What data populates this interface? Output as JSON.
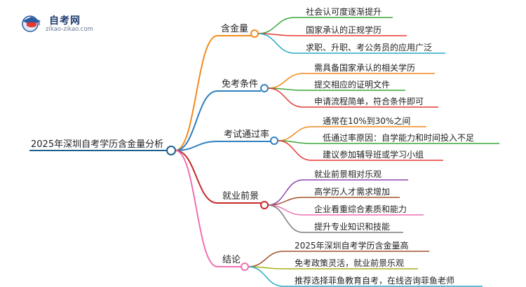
{
  "logo": {
    "name": "自考网",
    "url": "zikao-zikao.com"
  },
  "root": {
    "label": "2025年深圳自考学历含金量分析",
    "color": "#1f5e8c"
  },
  "branches": [
    {
      "label": "含金量",
      "color": "#f28a1b",
      "children": [
        {
          "label": "社会认可度逐渐提升",
          "color": "#3aa63a"
        },
        {
          "label": "国家承认的正规学历",
          "color": "#e53935"
        },
        {
          "label": "求职、升职、考公务员的应用广泛",
          "color": "#26a9c8"
        }
      ]
    },
    {
      "label": "免考条件",
      "color": "#2e7fbf",
      "children": [
        {
          "label": "需具备国家承认的相关学历",
          "color": "#f28a1b"
        },
        {
          "label": "提交相应的证明文件",
          "color": "#3aa63a"
        },
        {
          "label": "申请流程简单，符合条件即可",
          "color": "#e53935"
        }
      ]
    },
    {
      "label": "考试通过率",
      "color": "#2e7fbf",
      "children": [
        {
          "label": "通常在10%到30%之间",
          "color": "#f28a1b"
        },
        {
          "label": "低通过率原因：自学能力和时间投入不足",
          "color": "#3aa63a"
        },
        {
          "label": "建议参加辅导班或学习小组",
          "color": "#e53935"
        }
      ]
    },
    {
      "label": "就业前景",
      "color": "#c62828",
      "children": [
        {
          "label": "就业前景相对乐观",
          "color": "#8e44ad"
        },
        {
          "label": "高学历人才需求增加",
          "color": "#a0522d"
        },
        {
          "label": "企业看重综合素质和能力",
          "color": "#f06fb0"
        },
        {
          "label": "提升专业知识和技能",
          "color": "#7a7a7a"
        }
      ]
    },
    {
      "label": "结论",
      "color": "#f06fb0",
      "children": [
        {
          "label": "2025年深圳自考学历含金量高",
          "color": "#a0522d"
        },
        {
          "label": "免考政策灵活，就业前景乐观",
          "color": "#a6b21c"
        },
        {
          "label": "推荐选择菲鱼教育自考，在线咨询菲鱼老师",
          "color": "#26a9c8"
        }
      ]
    }
  ]
}
